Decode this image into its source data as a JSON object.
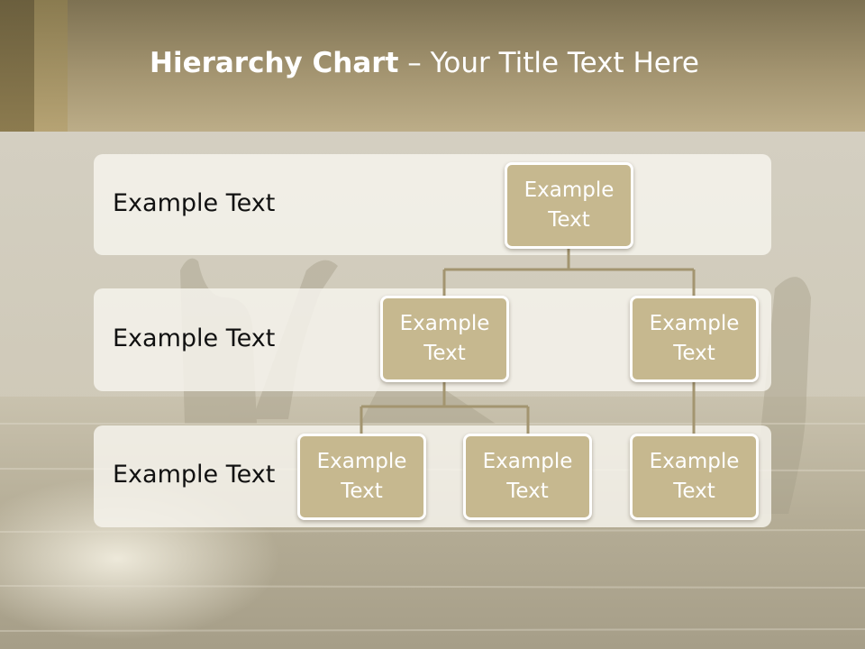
{
  "slide": {
    "title_bold": "Hierarchy Chart",
    "title_separator": " – ",
    "title_rest": "Your Title Text Here"
  },
  "levels": [
    {
      "label": "Example Text"
    },
    {
      "label": "Example Text"
    },
    {
      "label": "Example Text"
    }
  ],
  "nodes": {
    "root": {
      "line1": "Example",
      "line2": "Text"
    },
    "mid_left": {
      "line1": "Example",
      "line2": "Text"
    },
    "mid_right": {
      "line1": "Example",
      "line2": "Text"
    },
    "leaf_1": {
      "line1": "Example",
      "line2": "Text"
    },
    "leaf_2": {
      "line1": "Example",
      "line2": "Text"
    },
    "leaf_3": {
      "line1": "Example",
      "line2": "Text"
    }
  },
  "colors": {
    "node_fill": "#c6b88f",
    "connector": "#a39570",
    "header": "#a39470"
  }
}
